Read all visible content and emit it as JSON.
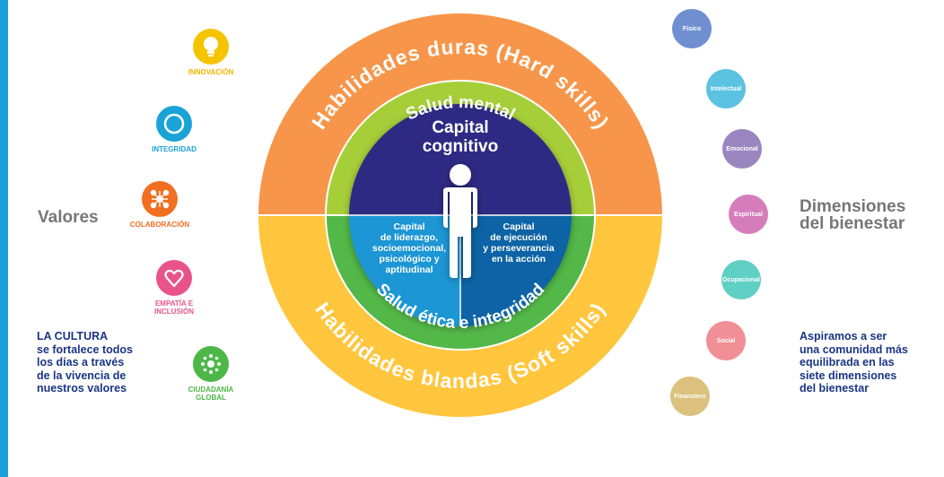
{
  "diagram": {
    "outer_top": "Habilidades duras (Hard skills)",
    "outer_bottom": "Habilidades blandas (Soft skills)",
    "middle_top": "Salud mental",
    "middle_bottom": "Salud ética e integridad",
    "center_title_line1": "Capital",
    "center_title_line2": "cognitivo",
    "left_quadrant": [
      "Capital",
      "de liderazgo,",
      "socioemocional,",
      "psicológico y",
      "aptitudinal"
    ],
    "right_quadrant": [
      "Capital",
      "de ejecución",
      "y perseverancia",
      "en la acción"
    ]
  },
  "values": {
    "title": "Valores",
    "items": [
      {
        "label": "INNOVACIÓN",
        "color": "#f5c400",
        "icon": "lightbulb-icon"
      },
      {
        "label": "INTEGRIDAD",
        "color": "#1aa3d6",
        "icon": "circle-icon"
      },
      {
        "label": "COLABORACIÓN",
        "color": "#f26f21",
        "icon": "network-icon"
      },
      {
        "label": "EMPATÍA E\nINCLUSIÓN",
        "color": "#e8548a",
        "icon": "heart-icon"
      },
      {
        "label": "CIUDADANÍA\nGLOBAL",
        "color": "#4db848",
        "icon": "globe-dots-icon"
      }
    ],
    "culture_text": "LA CULTURA\nse fortalece todos\nlos días a través\nde la vivencia de\nnuestros valores"
  },
  "dimensions": {
    "title": "Dimensiones\ndel bienestar",
    "items": [
      {
        "label": "Físico",
        "color": "#6f8fd0"
      },
      {
        "label": "Intelectual",
        "color": "#5bc2e1"
      },
      {
        "label": "Emocional",
        "color": "#9a86bf"
      },
      {
        "label": "Espiritual",
        "color": "#d57dbb"
      },
      {
        "label": "Ocupacional",
        "color": "#5fd0c3"
      },
      {
        "label": "Social",
        "color": "#f08f96"
      },
      {
        "label": "Financiero",
        "color": "#dcc07e"
      }
    ],
    "aspire_text": "Aspiramos a ser\nuna comunidad más\nequilibrada en las\nsiete dimensiones\ndel bienestar"
  }
}
